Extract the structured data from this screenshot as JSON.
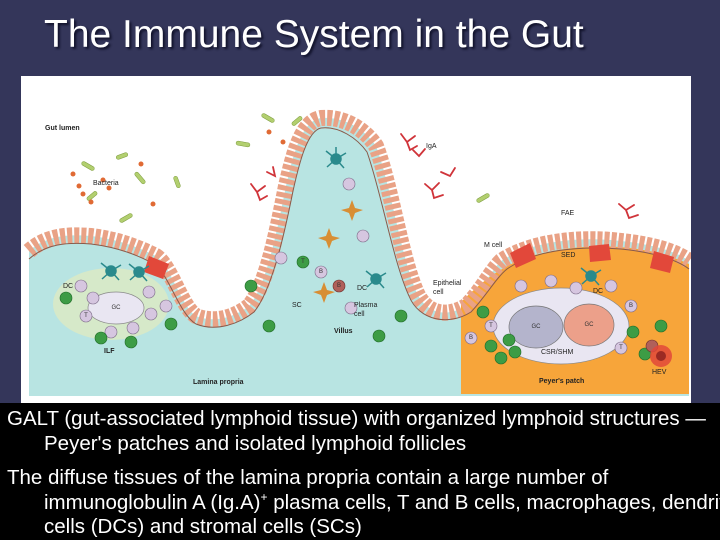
{
  "slide": {
    "title": "The Immune System in the Gut"
  },
  "figure": {
    "labels": {
      "gut_lumen": "Gut lumen",
      "bacteria": "Bacteria",
      "iga": "IgA",
      "fae": "FAE",
      "m_cell": "M cell",
      "sed": "SED",
      "dc": "DC",
      "epithelial_cell_1": "Epithelial",
      "epithelial_cell_2": "cell",
      "plasma_cell_1": "Plasma",
      "plasma_cell_2": "cell",
      "sc": "SC",
      "villus": "Villus",
      "ilf": "ILF",
      "gc": "GC",
      "csr_shm": "CSR/SHM",
      "hev": "HEV",
      "peyers_patch": "Peyer's patch",
      "lamina_propria": "Lamina propria",
      "t": "T",
      "b": "B"
    }
  },
  "captions": {
    "line1": "GALT (gut-associated lymphoid tissue) with organized lymphoid structures — Peyer's patches and isolated lymphoid follicles",
    "line2_pre": "The diffuse tissues of the lamina propria contain a large number of immunoglobulin A (Ig.A)",
    "line2_sup": "+",
    "line2_post": " plasma cells, T and B cells, macrophages, dendritic cells (DCs) and stromal cells (SCs)"
  },
  "colors": {
    "background": "#34365a",
    "caption_bg": "#000000",
    "lamina": "#b8e4e2",
    "epithelium": "#e9a286",
    "peyers": "#f7a53a",
    "m_cell": "#e2483a",
    "dc": "#2a8a8c",
    "plasma": "#d88e34",
    "t_cell": "#3d9c45",
    "b_cell": "#d6c6e0",
    "bacteria": "#b2cf6f"
  }
}
